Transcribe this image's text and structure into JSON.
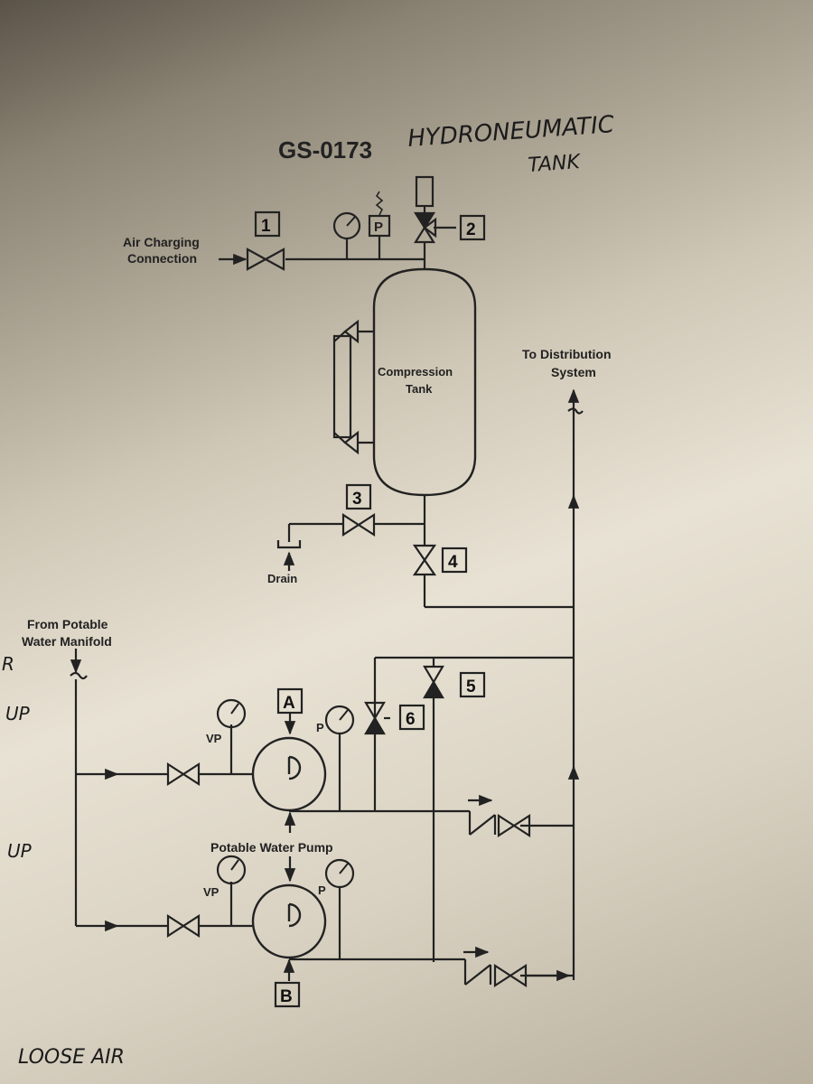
{
  "document": {
    "code": "GS-0173",
    "handwritten_title_line1": "HYDRONEUMATIC",
    "handwritten_title_line2": "TANK"
  },
  "labels": {
    "air_charging_line1": "Air Charging",
    "air_charging_line2": "Connection",
    "compression_tank_line1": "Compression",
    "compression_tank_line2": "Tank",
    "to_distribution_line1": "To Distribution",
    "to_distribution_line2": "System",
    "drain": "Drain",
    "from_potable_line1": "From Potable",
    "from_potable_line2": "Water Manifold",
    "potable_water_pump": "Potable Water Pump",
    "vp_upper": "VP",
    "p_upper": "P",
    "vp_lower": "VP",
    "p_lower": "P",
    "pressure_switch": "P"
  },
  "callouts": {
    "c1": "1",
    "c2": "2",
    "c3": "3",
    "c4": "4",
    "c5": "5",
    "c6": "6",
    "pump_a": "A",
    "pump_b": "B"
  },
  "margin_notes": {
    "note1": "R",
    "note2": "UP",
    "note3": "UP",
    "note4": "LOOSE AIR"
  }
}
